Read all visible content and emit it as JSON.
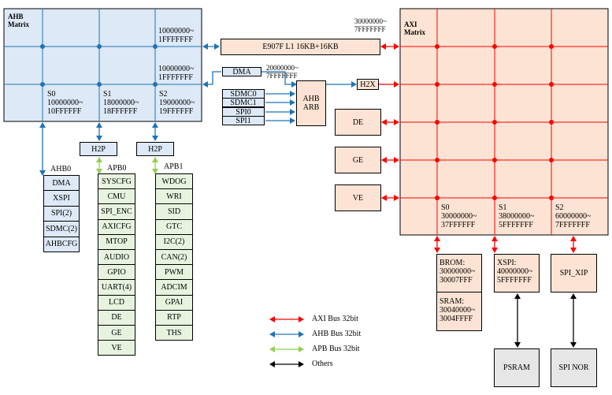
{
  "ahb_matrix": {
    "title": "AHB\nMatrix",
    "range_a": "10000000~\n1FFFFFFF",
    "range_b": "10000000~\n1FFFFFFF",
    "slaves": [
      {
        "label": "S0\n10000000~\n10FFFFFF"
      },
      {
        "label": "S1\n18000000~\n18FFFFFF"
      },
      {
        "label": "S2\n19000000~\n19FFFFFF"
      }
    ]
  },
  "axi_matrix": {
    "title": "AXI\nMatrix",
    "range_top": "30000000~\n7FFFFFFF",
    "slaves": [
      {
        "label": "S0\n30000000~\n37FFFFFF"
      },
      {
        "label": "S1\n38000000~\n5FFFFFFF"
      },
      {
        "label": "S2\n60000000~\n7FFFFFFF"
      }
    ]
  },
  "cpu": {
    "label": "E907F L1 16KB+16KB"
  },
  "dma_top": {
    "label": "DMA",
    "range": "20000000~\n7FFFFFFF"
  },
  "ahb_arb": {
    "label": "AHB\nARB",
    "masters": [
      "SDMC0",
      "SDMC1",
      "SPI0",
      "SPI1"
    ]
  },
  "h2x": {
    "label": "H2X"
  },
  "axi_masters": [
    "DE",
    "GE",
    "VE"
  ],
  "bridges": [
    {
      "label": "H2P"
    },
    {
      "label": "H2P"
    }
  ],
  "ahb0": {
    "title": "AHB0",
    "items": [
      "DMA",
      "XSPI",
      "SPI(2)",
      "SDMC(2)",
      "AHBCFG"
    ]
  },
  "apb0": {
    "title": "APB0",
    "items": [
      "SYSCFG",
      "CMU",
      "SPI_ENC",
      "AXICFG",
      "MTOP",
      "AUDIO",
      "GPIO",
      "UART(4)",
      "LCD",
      "DE",
      "GE",
      "VE"
    ]
  },
  "apb1": {
    "title": "APB1",
    "items": [
      "WDOG",
      "WRI",
      "SID",
      "GTC",
      "I2C(2)",
      "CAN(2)",
      "PWM",
      "ADCIM",
      "GPAI",
      "RTP",
      "THS"
    ]
  },
  "brom": {
    "label": "BROM:\n30000000~\n30007FFF"
  },
  "sram": {
    "label": "SRAM:\n30040000~\n3004FFFF"
  },
  "xspi": {
    "label": "XSPI:\n40000000~\n5FFFFFFF"
  },
  "spi_xip": {
    "label": "SPI_XIP"
  },
  "psram": {
    "label": "PSRAM"
  },
  "spi_nor": {
    "label": "SPI NOR"
  },
  "legend": {
    "items": [
      {
        "label": "AXI Bus 32bit",
        "color": "#ff0000"
      },
      {
        "label": "AHB Bus 32bit",
        "color": "#1f73b7"
      },
      {
        "label": "APB Bus 32bit",
        "color": "#92d050"
      },
      {
        "label": "Others",
        "color": "#000000"
      }
    ]
  },
  "colors": {
    "ahb_fill": "#dde9f6",
    "axi_fill": "#fde3d3",
    "apb_fill": "#e7f3df",
    "ext_fill": "#e6e6e6"
  }
}
